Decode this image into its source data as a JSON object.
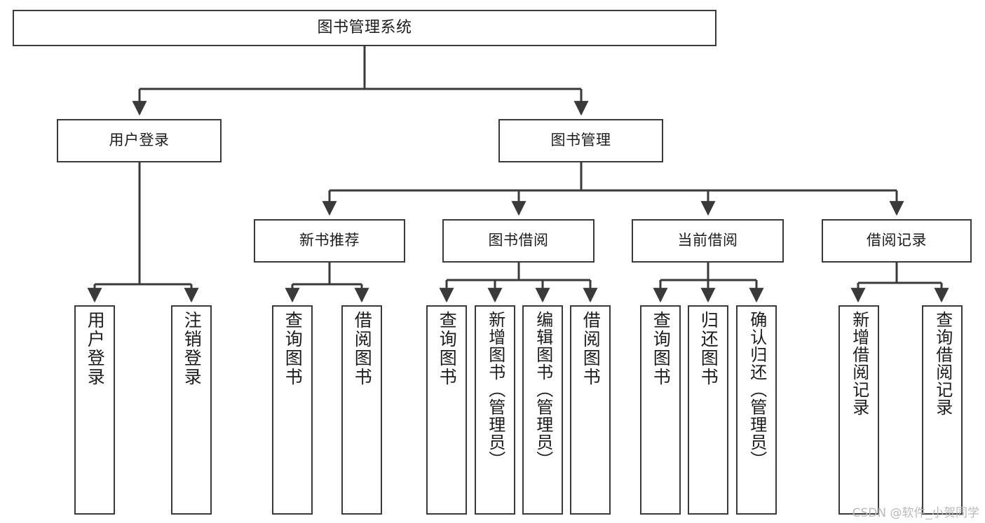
{
  "diagram": {
    "type": "tree-hierarchy",
    "title": "图书管理系统",
    "watermark": "CSDN @软件_小贺同学",
    "colors": {
      "box_border": "#3a3a3a",
      "box_fill": "#ffffff",
      "connector": "#3a3a3a",
      "text": "#1c1c1c",
      "watermark": "#b9b9b9"
    }
  },
  "nodes": {
    "root": {
      "label": "图书管理系统",
      "level": 1
    },
    "level2": [
      {
        "id": "user-login",
        "label": "用户登录"
      },
      {
        "id": "book-manage",
        "label": "图书管理"
      }
    ],
    "level3": [
      {
        "id": "new-book-recommend",
        "label": "新书推荐"
      },
      {
        "id": "book-borrow",
        "label": "图书借阅"
      },
      {
        "id": "current-borrow",
        "label": "当前借阅"
      },
      {
        "id": "borrow-record",
        "label": "借阅记录"
      }
    ],
    "leaves": {
      "user-login": [
        {
          "id": "leaf-user-login",
          "label": "用户登录"
        },
        {
          "id": "leaf-logout-login",
          "label": "注销登录"
        }
      ],
      "new-book-recommend": [
        {
          "id": "leaf-query-book-1",
          "label": "查询图书"
        },
        {
          "id": "leaf-borrow-book-1",
          "label": "借阅图书"
        }
      ],
      "book-borrow": [
        {
          "id": "leaf-query-book-2",
          "label": "查询图书"
        },
        {
          "id": "leaf-add-book",
          "label": "新增图书（管理员）"
        },
        {
          "id": "leaf-edit-book",
          "label": "编辑图书（管理员）"
        },
        {
          "id": "leaf-borrow-book-2",
          "label": "借阅图书"
        }
      ],
      "current-borrow": [
        {
          "id": "leaf-query-book-3",
          "label": "查询图书"
        },
        {
          "id": "leaf-return-book",
          "label": "归还图书"
        },
        {
          "id": "leaf-confirm-return",
          "label": "确认归还（管理员）"
        }
      ],
      "borrow-record": [
        {
          "id": "leaf-add-record",
          "label": "新增借阅记录"
        },
        {
          "id": "leaf-query-record",
          "label": "查询借阅记录"
        }
      ]
    }
  }
}
